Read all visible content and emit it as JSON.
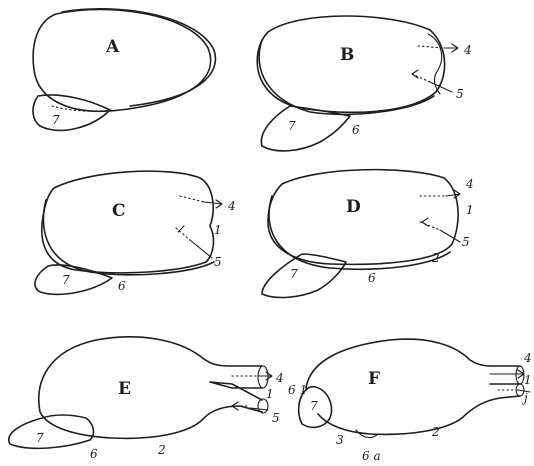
{
  "figures": [
    {
      "letter": "A",
      "labels": {
        "n7": "7"
      }
    },
    {
      "letter": "B",
      "labels": {
        "n4": "4",
        "n5": "5",
        "n6": "6",
        "n7": "7"
      }
    },
    {
      "letter": "C",
      "labels": {
        "n4": "4",
        "n1": "1",
        "n5": "5",
        "n6": "6",
        "n7": "7"
      }
    },
    {
      "letter": "D",
      "labels": {
        "n4": "4",
        "n1": "1",
        "n5": "5",
        "n2": "2",
        "n6": "6",
        "n7": "7"
      }
    },
    {
      "letter": "E",
      "labels": {
        "n4": "4",
        "n1": "1",
        "n5": "5",
        "n2": "2",
        "n6": "6",
        "n7": "7"
      }
    },
    {
      "letter": "F",
      "labels": {
        "n4": "4",
        "n1": "1",
        "nj": "j",
        "n2": "2",
        "n3": "3",
        "n6a": "6 a",
        "n61": "6 1",
        "n7": "7"
      }
    }
  ]
}
